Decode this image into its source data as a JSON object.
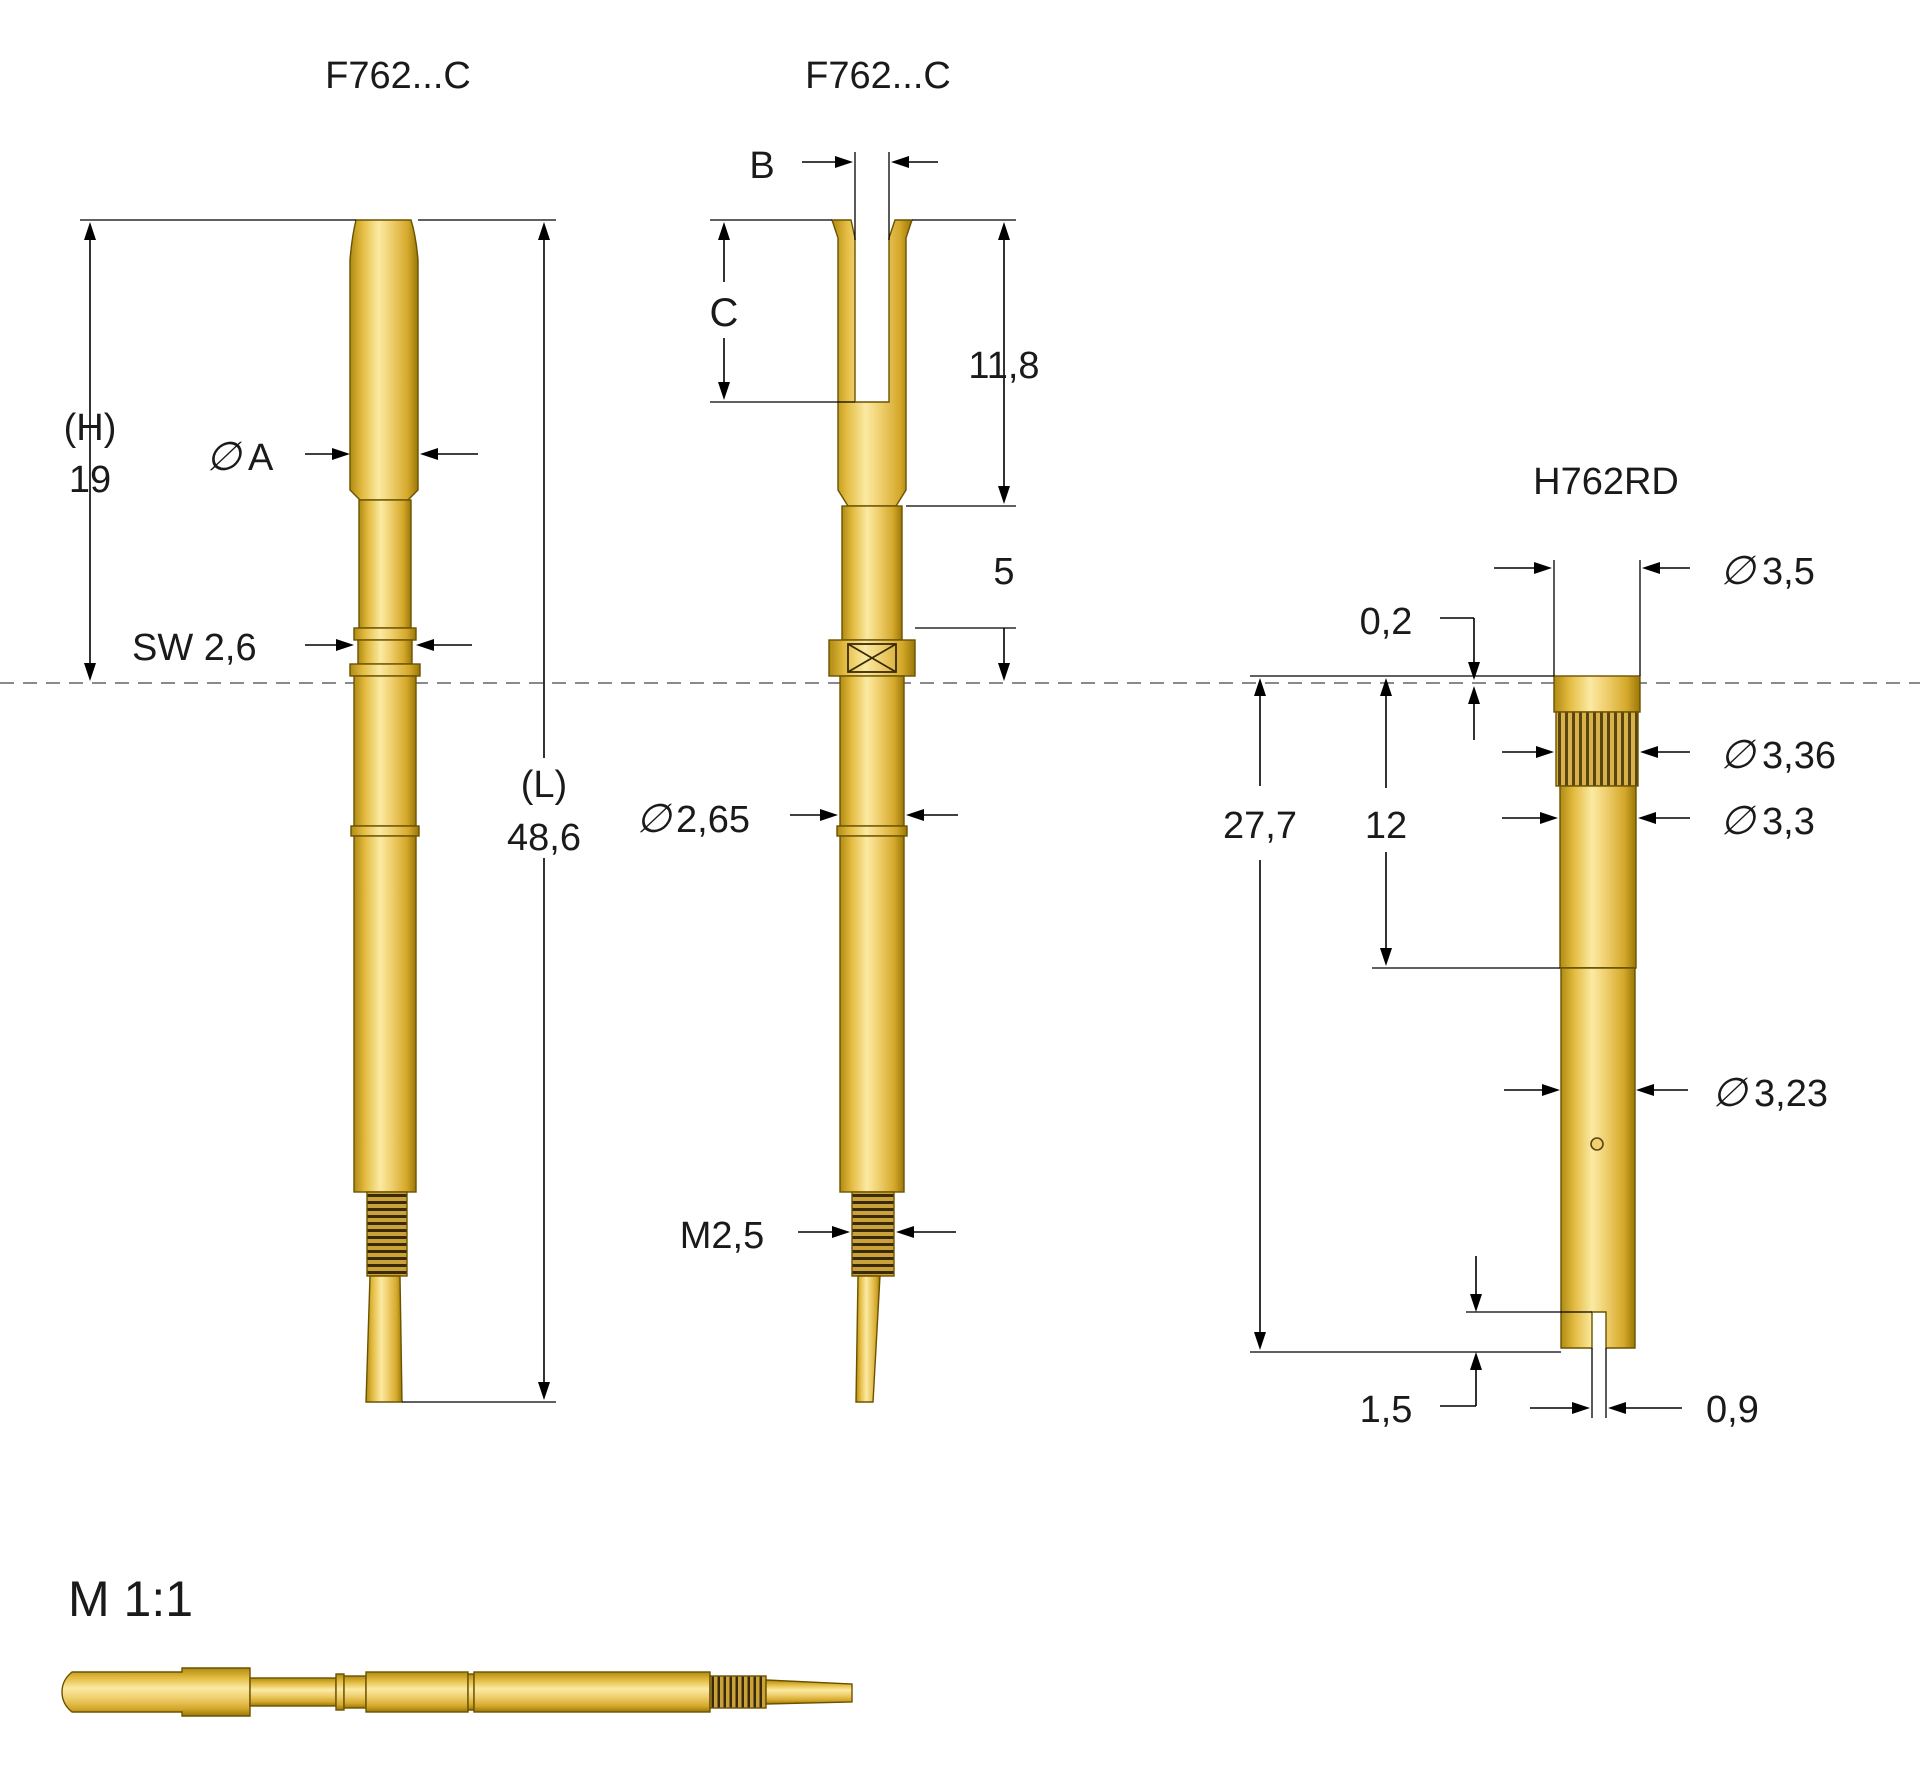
{
  "colors": {
    "gold_light": "#fbeaa3",
    "gold_mid": "#e8c24c",
    "gold_dark": "#b08a12",
    "thread_dark": "#3a2a08",
    "centerline": "#8a8a8a"
  },
  "probe1": {
    "title": "F762...C",
    "dim_h_label": "(H)",
    "dim_h_value": "19",
    "dim_dia_a": "A",
    "dim_sw": "SW 2,6",
    "dim_l_label": "(L)",
    "dim_l_value": "48,6"
  },
  "probe2": {
    "title": "F762...C",
    "dim_b": "B",
    "dim_c": "C",
    "dim_118": "11,8",
    "dim_5": "5",
    "dim_dia_265": "2,65",
    "dim_m25": "M2,5"
  },
  "receptacle": {
    "title": "H762RD",
    "dim_dia_35": "3,5",
    "dim_02": "0,2",
    "dim_dia_336": "3,36",
    "dim_dia_33": "3,3",
    "dim_277": "27,7",
    "dim_12": "12",
    "dim_dia_323": "3,23",
    "dim_15": "1,5",
    "dim_09": "0,9"
  },
  "scale_label": "M 1:1",
  "diameter_symbol": "∅"
}
